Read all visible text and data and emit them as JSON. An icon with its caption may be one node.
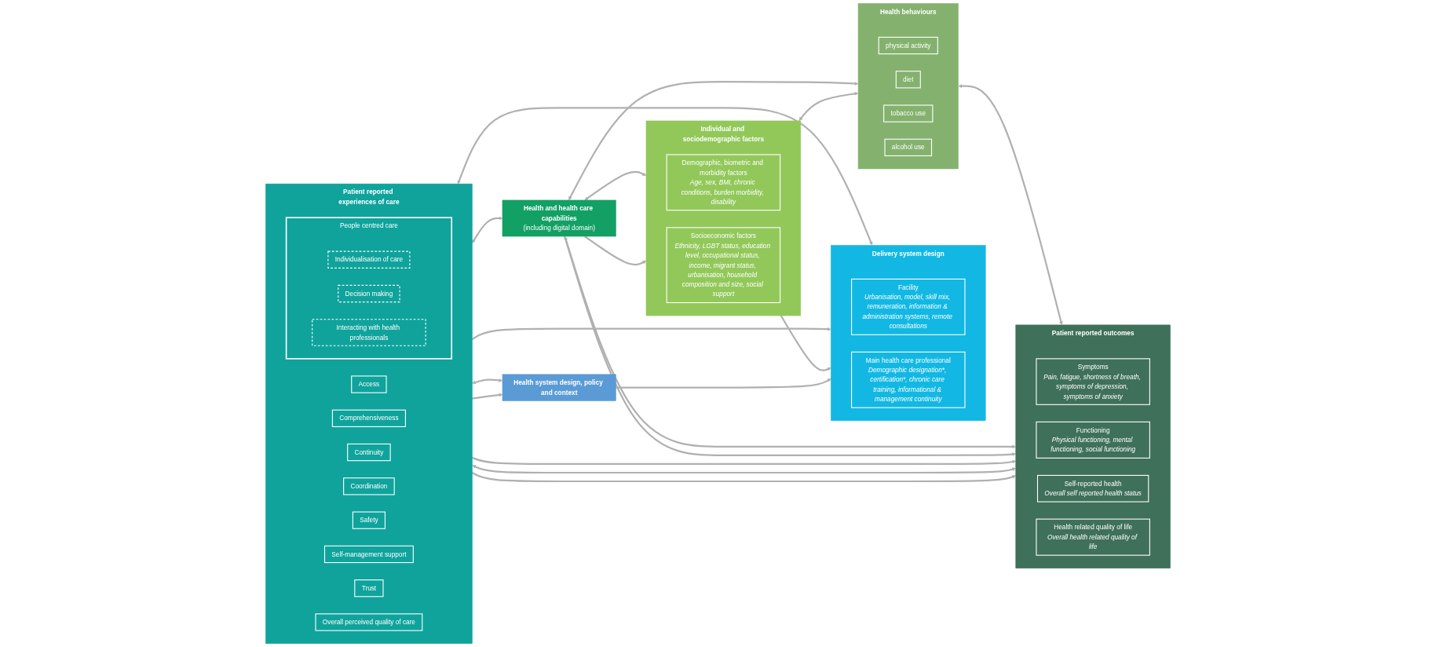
{
  "diagram": {
    "nodes": [
      {
        "text": [
          "Health system design, policy and context"
        ]
      },
      {
        "text": [
          "Delivery system design"
        ]
      },
      {
        "text": [
          "Facility",
          "Urbanisation, model, skill mix, remuneration, information & administration systems, remote consultations"
        ],
        "in": 1
      },
      {
        "text": [
          "Main health care professional",
          "Demographic designation*, certification*, chronic care training, informational & management continuity"
        ],
        "in": 1
      },
      {
        "text": [
          "Individual and sociodemographic factors"
        ]
      },
      {
        "text": [
          "Demographic, biometric and morbidity factors",
          "Age, sex, BMI, chronic conditions, burden morbidity, disability"
        ],
        "in": 4
      },
      {
        "text": [
          "Socioeconomic factors",
          "Ethnicity, LGBT status, education level, occupational status, income, migrant status, urbanisation, household composition and size, social support"
        ],
        "in": 4
      },
      {
        "text": [
          "Patient reported experiences of care"
        ]
      },
      {
        "text": [
          "Access"
        ],
        "in": 7
      },
      {
        "text": [
          "Comprehensiveness"
        ],
        "in": 7
      },
      {
        "text": [
          "Continuity"
        ],
        "in": 7
      },
      {
        "text": [
          "Coordination"
        ],
        "in": 7
      },
      {
        "text": [
          "Safety"
        ],
        "in": 7
      },
      {
        "text": [
          "People centred care"
        ],
        "in": 7
      },
      {
        "text": [
          "Individualisation of care"
        ],
        "in": 13
      },
      {
        "text": [
          "Decision making"
        ],
        "in": 13
      },
      {
        "text": [
          "Interacting with health professionals"
        ],
        "in": 13
      },
      {
        "text": [
          "Self-management support"
        ],
        "in": 7
      },
      {
        "text": [
          "Trust"
        ],
        "in": 7
      },
      {
        "text": [
          "Overall perceived quality of care"
        ],
        "in": 7
      },
      {
        "text": [
          "Health and health care capabilities",
          "(including digital domain)"
        ]
      },
      {
        "text": [
          "Health behaviours"
        ]
      },
      {
        "text": [
          "physical activity"
        ],
        "in": 21
      },
      {
        "text": [
          "diet"
        ],
        "in": 21
      },
      {
        "text": [
          "tobacco use"
        ],
        "in": 21
      },
      {
        "text": [
          "alcohol use"
        ],
        "in": 21
      },
      {
        "text": [
          "Patient reported outcomes"
        ]
      },
      {
        "text": [
          "Symptoms",
          "Pain, fatigue, shortness of breath, symptoms of depression, symptoms of anxiety"
        ],
        "in": 26
      },
      {
        "text": [
          "Functioning",
          "Physical functioning, mental functioning, social functioning"
        ],
        "in": 26
      },
      {
        "text": [
          "Self-reported health",
          "Overall self reported health status"
        ],
        "in": 26
      },
      {
        "text": [
          "Health related quality of life",
          "Overall health related quality of life"
        ],
        "in": 26
      }
    ],
    "edges": [
      {
        "from": 0,
        "to": 1,
        "arrow": "to"
      },
      {
        "from": 4,
        "to": 1,
        "arrow": "to"
      },
      {
        "from": 7,
        "to": 0,
        "arrow": "to"
      },
      {
        "from": 0,
        "to": 7,
        "arrow": "both"
      },
      {
        "from": 1,
        "to": 7,
        "arrow": "both"
      },
      {
        "from": 7,
        "to": 1,
        "arrow": "to"
      },
      {
        "from": 20,
        "to": 4,
        "arrow": "to"
      },
      {
        "from": 4,
        "to": 20,
        "arrow": "both"
      },
      {
        "from": 4,
        "to": 21,
        "arrow": "both"
      },
      {
        "from": 7,
        "to": 20,
        "arrow": "both"
      },
      {
        "from": 20,
        "to": 21,
        "arrow": "both"
      },
      {
        "from": 7,
        "to": 26,
        "arrow": "to"
      },
      {
        "from": 7,
        "to": 26,
        "arrow": "both"
      },
      {
        "from": 7,
        "to": 26,
        "arrow": "to"
      },
      {
        "from": 20,
        "to": 26,
        "arrow": "to"
      },
      {
        "from": 20,
        "to": 26,
        "arrow": "both"
      },
      {
        "from": 21,
        "to": 26,
        "arrow": "both"
      }
    ]
  }
}
